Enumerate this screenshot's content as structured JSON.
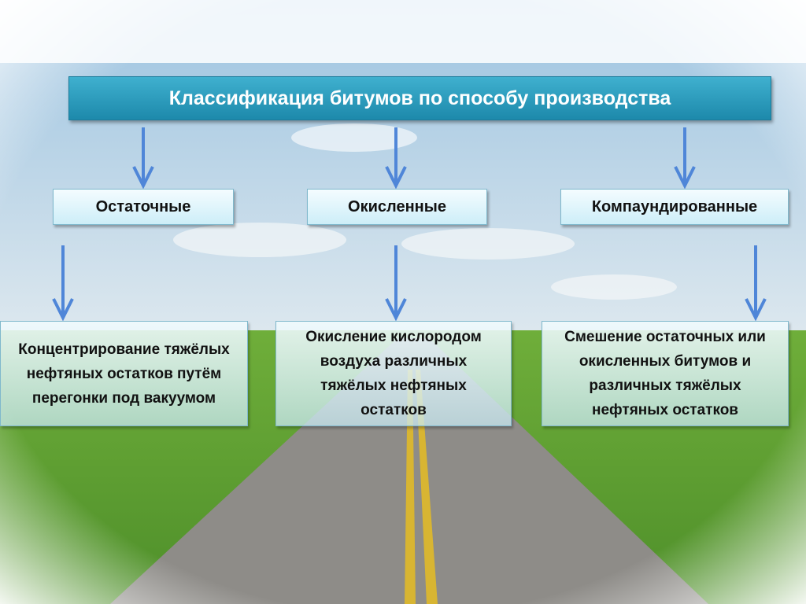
{
  "title": "Классификация битумов по способу производства",
  "categories": [
    {
      "label": "Остаточные",
      "description": "Концентрирование тяжёлых нефтяных остатков путём перегонки под вакуумом"
    },
    {
      "label": "Окисленные",
      "description": "Окисление кислородом воздуха различных тяжёлых нефтяных остатков"
    },
    {
      "label": "Компаундированные",
      "description": "Смешение остаточных или окисленных битумов и различных тяжёлых нефтяных остатков"
    }
  ],
  "colors": {
    "title_bg": "#2a9cbf",
    "arrow": "#4f86d8"
  }
}
